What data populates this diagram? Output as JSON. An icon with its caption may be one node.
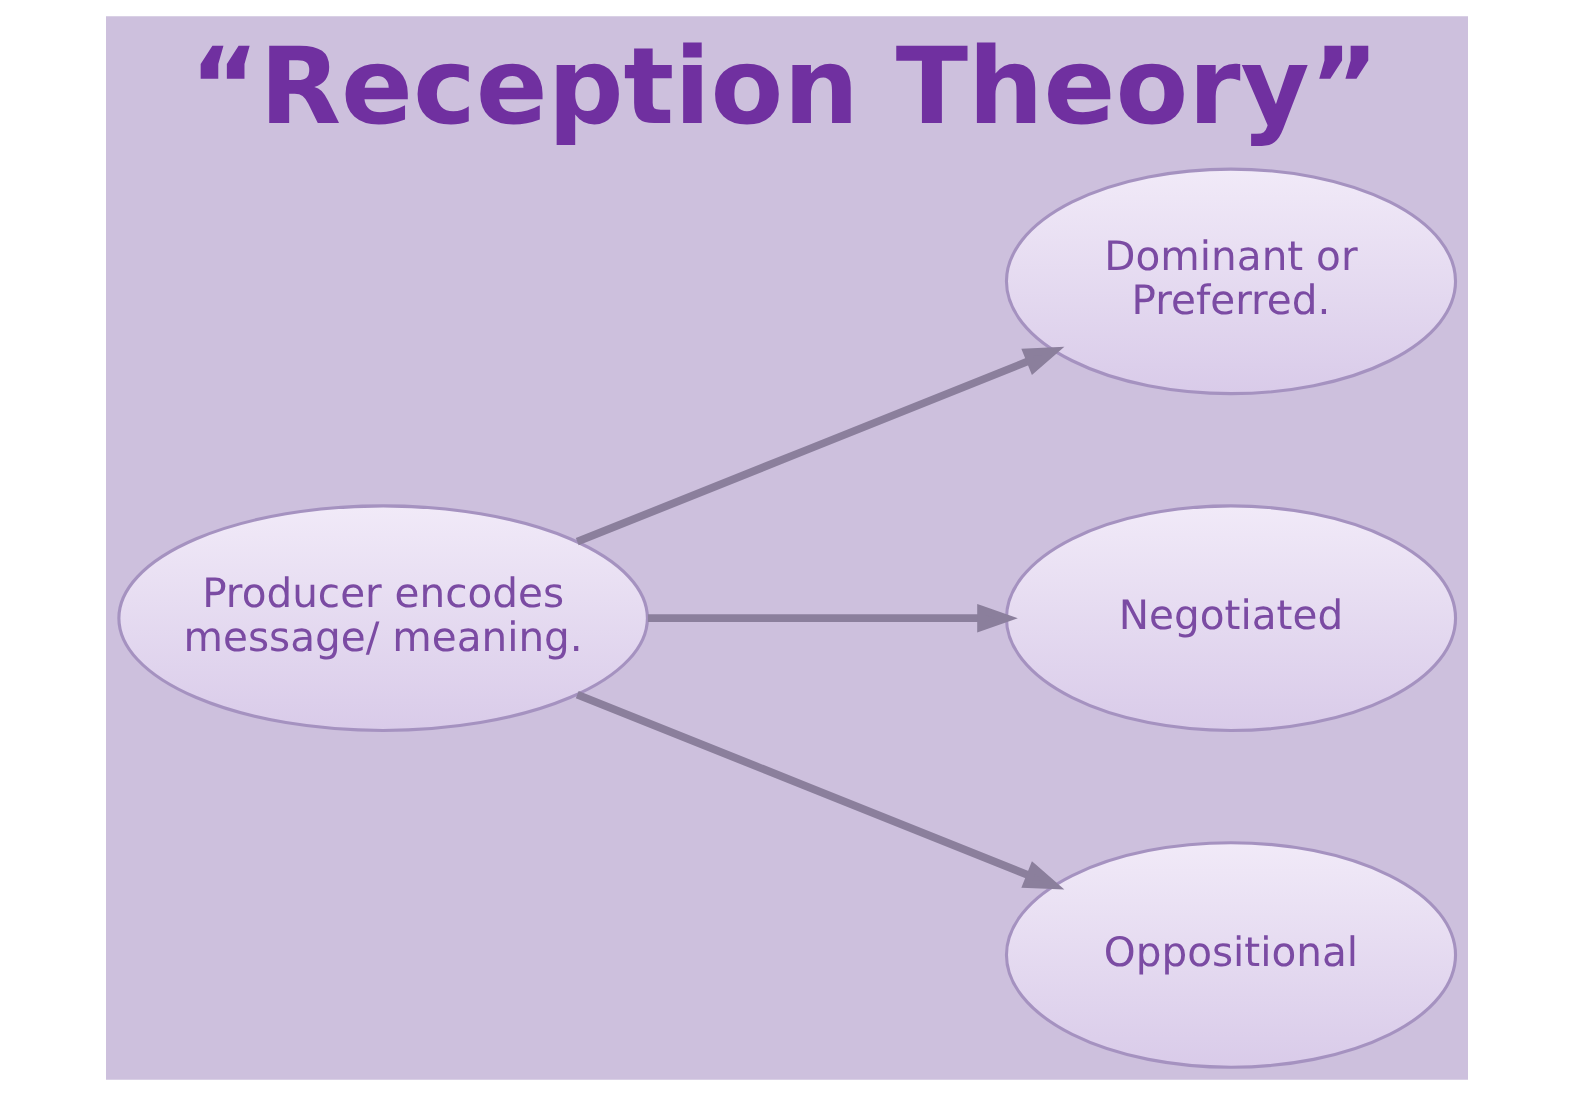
{
  "diagram": {
    "title": "“Reception Theory”",
    "nodes": [
      {
        "text": [
          "Producer encodes message/ meaning."
        ]
      },
      {
        "text": [
          "Dominant or Preferred."
        ]
      },
      {
        "text": [
          "Negotiated"
        ]
      },
      {
        "text": [
          "Oppositional"
        ]
      }
    ],
    "edges": [
      {
        "from": 0,
        "to": 1,
        "arrow": "to"
      },
      {
        "from": 0,
        "to": 2,
        "arrow": "to"
      },
      {
        "from": 0,
        "to": 3,
        "arrow": "to"
      }
    ]
  }
}
